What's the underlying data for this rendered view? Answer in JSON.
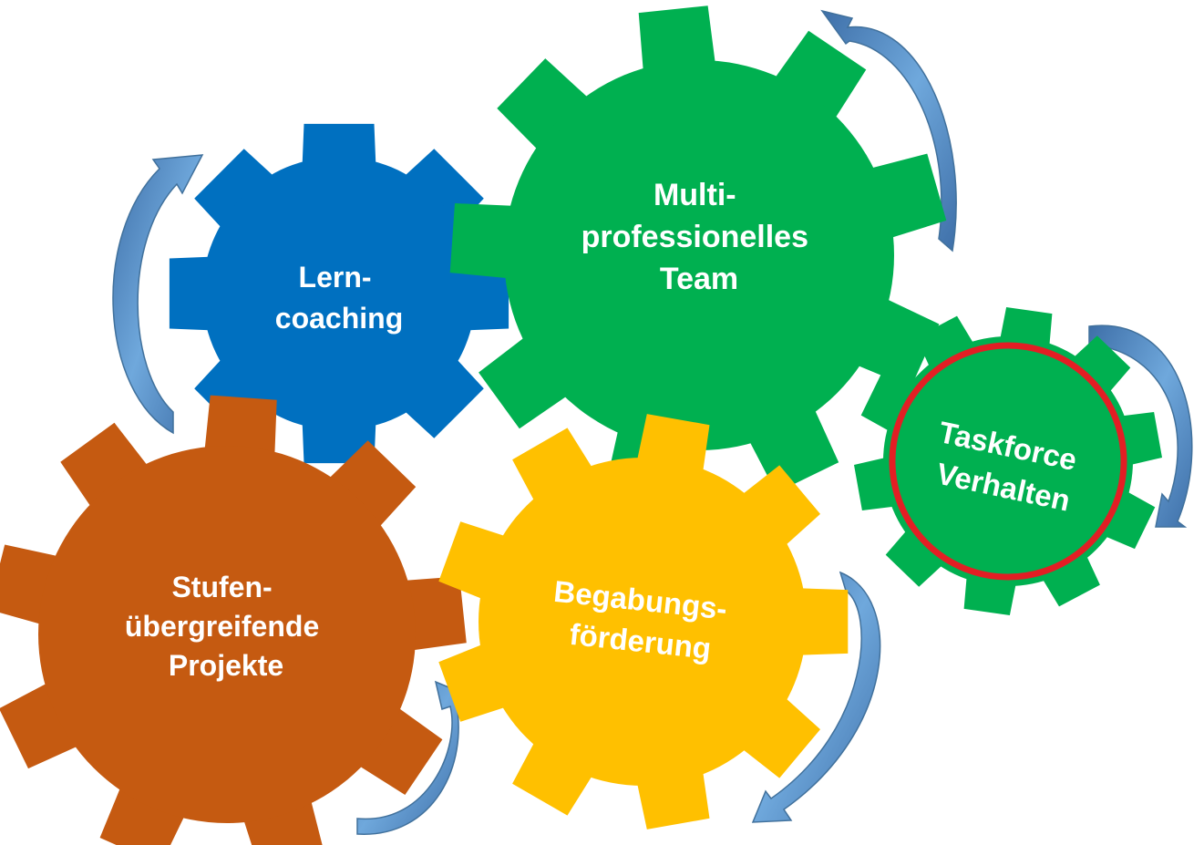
{
  "gears": [
    {
      "id": "lerncoaching",
      "lines": [
        "Lern-",
        "coaching"
      ],
      "color": "#0070C0"
    },
    {
      "id": "multiprofessionelles-team",
      "lines": [
        "Multi-",
        "professionelles",
        "Team"
      ],
      "color": "#00B050"
    },
    {
      "id": "taskforce-verhalten",
      "lines": [
        "Taskforce",
        "Verhalten"
      ],
      "color": "#00B050",
      "ring_color": "#E31E24"
    },
    {
      "id": "stufenuebergreifende-projekte",
      "lines": [
        "Stufen-",
        "übergreifende",
        "Projekte"
      ],
      "color": "#C55A11"
    },
    {
      "id": "begabungsfoerderung",
      "lines": [
        "Begabungs-",
        "förderung"
      ],
      "color": "#FFC000"
    }
  ],
  "arrow_color": "#5B9BD5",
  "arrow_outline": "#41719C"
}
